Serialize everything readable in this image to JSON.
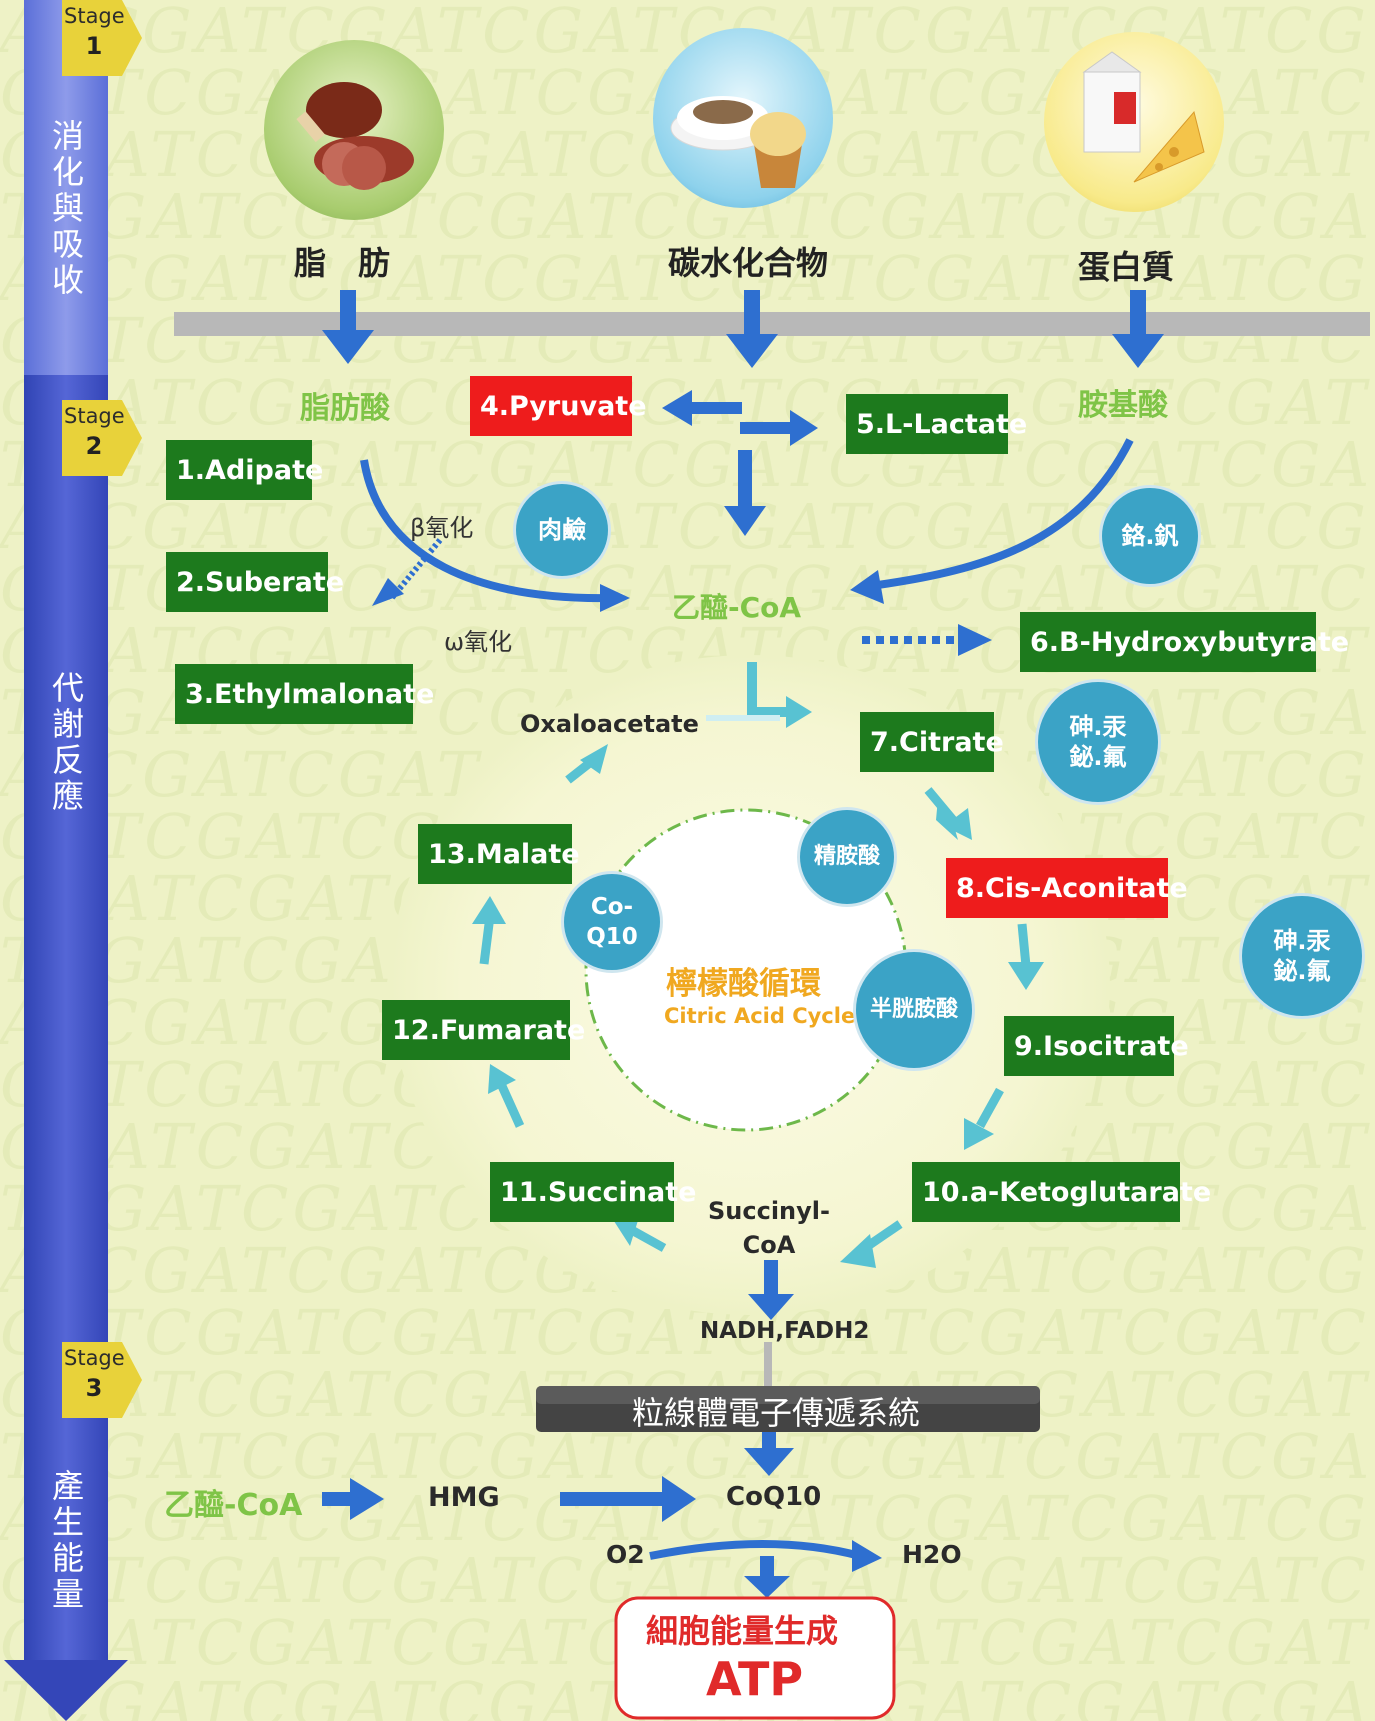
{
  "stages": [
    {
      "label": "Stage",
      "num": "1",
      "title": "消\n化\n與\n吸\n收"
    },
    {
      "label": "Stage",
      "num": "2",
      "title": "代\n謝\n反\n應"
    },
    {
      "label": "Stage",
      "num": "3",
      "title": "產\n生\n能\n量"
    }
  ],
  "foods": [
    {
      "label": "脂　肪",
      "icon": "meat-icon"
    },
    {
      "label": "碳水化合物",
      "icon": "rice-cake-icon"
    },
    {
      "label": "蛋白質",
      "icon": "milk-cheese-icon"
    }
  ],
  "intermediates": {
    "fatty_acid": "脂肪酸",
    "amino_acid": "胺基酸",
    "acetyl_coa": "乙醯-CoA",
    "beta_ox": "β氧化",
    "omega_ox": "ω氧化",
    "oxaloacetate": "Oxaloacetate",
    "succinyl_coa": "Succinyl-\nCoA",
    "nadh": "NADH,FADH2",
    "tca_cn": "檸檬酸循環",
    "tca_en": "Citric Acid Cycle",
    "etc": "粒線體電子傳遞系統",
    "acetyl_coa2": "乙醯-CoA",
    "hmg": "HMG",
    "coq10": "CoQ10",
    "o2": "O2",
    "h2o": "H2O",
    "atp_title": "細胞能量生成",
    "atp": "ATP"
  },
  "markers": [
    {
      "id": "adipate",
      "text": "1.Adipate",
      "color": "green"
    },
    {
      "id": "suberate",
      "text": "2.Suberate",
      "color": "green"
    },
    {
      "id": "ethylmalonate",
      "text": "3.Ethylmalonate",
      "color": "green"
    },
    {
      "id": "pyruvate",
      "text": "4.Pyruvate",
      "color": "red"
    },
    {
      "id": "lactate",
      "text": "5.L-Lactate",
      "color": "green"
    },
    {
      "id": "hydroxybutyrate",
      "text": "6.B-Hydroxybutyrate",
      "color": "green"
    },
    {
      "id": "citrate",
      "text": "7.Citrate",
      "color": "green"
    },
    {
      "id": "cis-aconitate",
      "text": "8.Cis-Aconitate",
      "color": "red"
    },
    {
      "id": "isocitrate",
      "text": "9.Isocitrate",
      "color": "green"
    },
    {
      "id": "ketoglutarate",
      "text": "10.a-Ketoglutarate",
      "color": "green"
    },
    {
      "id": "succinate",
      "text": "11.Succinate",
      "color": "green"
    },
    {
      "id": "fumarate",
      "text": "12.Fumarate",
      "color": "green"
    },
    {
      "id": "malate",
      "text": "13.Malate",
      "color": "green"
    }
  ],
  "cofactors": [
    {
      "id": "carnitine",
      "text": "肉鹼"
    },
    {
      "id": "cr-v",
      "text": "鉻.釩"
    },
    {
      "id": "toxic-1",
      "text": "砷.汞\n鉍.氟"
    },
    {
      "id": "toxic-2",
      "text": "砷.汞\n鉍.氟"
    },
    {
      "id": "arginine",
      "text": "精胺酸"
    },
    {
      "id": "coq10-circle",
      "text": "Co-\nQ10"
    },
    {
      "id": "cysteine",
      "text": "半胱胺酸"
    }
  ],
  "background_pattern": "ATCGATCGATCGATCGATCGATCGATCG",
  "colors": {
    "background": "#eef2c6",
    "green_marker": "#1d7a1d",
    "red_marker": "#ee1c1c",
    "cofactor": "#3ba3c6",
    "stage_bar": "#3b4fc2",
    "intermediate_green": "#7fc447",
    "arrow_blue": "#2e6fd0",
    "arrow_cyan": "#58c2d2"
  }
}
